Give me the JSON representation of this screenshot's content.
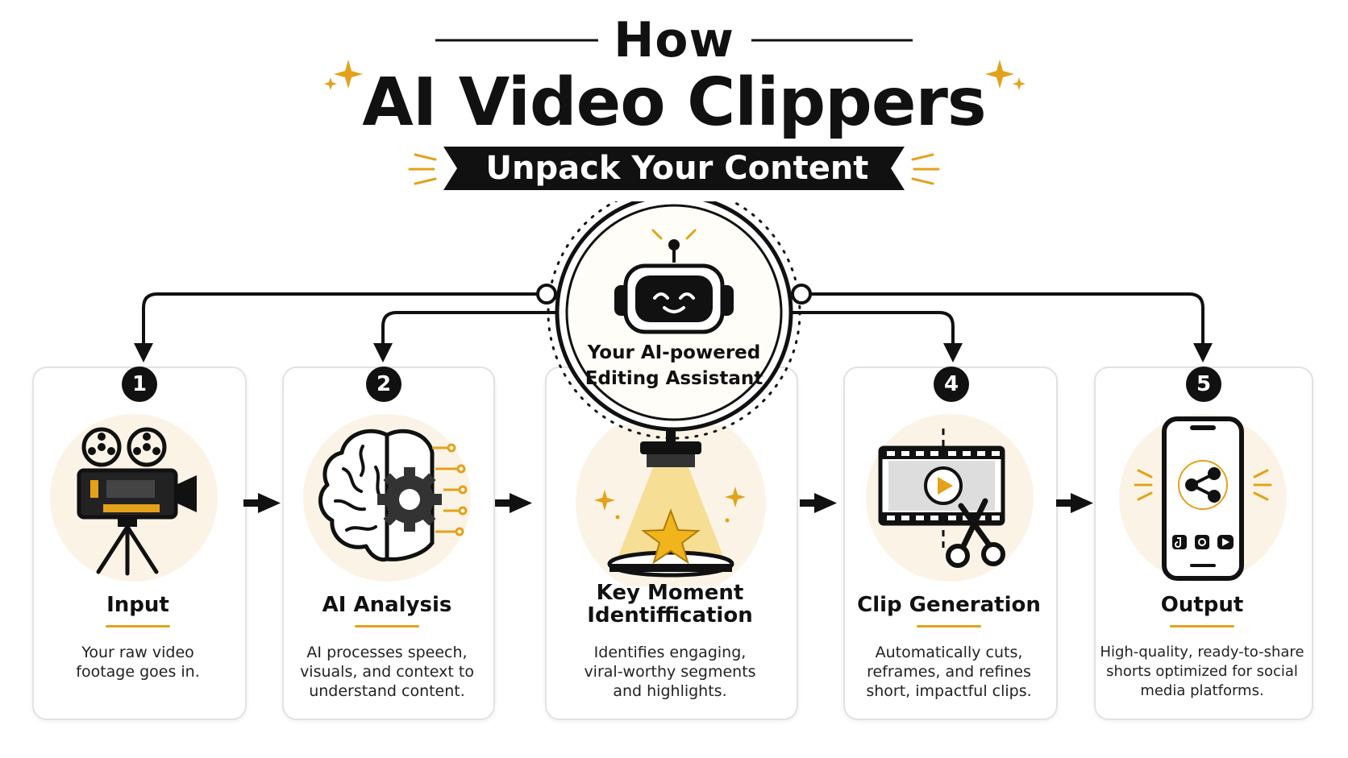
{
  "header": {
    "how": "How",
    "title": "AI Video Clippers",
    "subtitle": "Unpack Your Content"
  },
  "assistant": {
    "caption_line1": "Your AI-powered",
    "caption_line2": "Editing Assistant",
    "icon": "robot-icon"
  },
  "steps": [
    {
      "number": "1",
      "title": "Input",
      "desc_lines": [
        "Your raw video",
        "footage goes in."
      ],
      "icon": "movie-camera-icon"
    },
    {
      "number": "2",
      "title": "AI Analysis",
      "desc_lines": [
        "AI processes speech,",
        "visuals, and context to",
        "understand content."
      ],
      "icon": "brain-gear-icon"
    },
    {
      "number": "",
      "title_lines": [
        "Key Moment",
        "Identiffication"
      ],
      "desc_lines": [
        "Identifies engaging,",
        "viral-worthy segments",
        "and highlights."
      ],
      "icon": "spotlight-star-icon"
    },
    {
      "number": "4",
      "title": "Clip Generation",
      "desc_lines": [
        "Automatically cuts,",
        "reframes, and refines",
        "short, impactful clips."
      ],
      "icon": "film-scissors-icon"
    },
    {
      "number": "5",
      "title": "Output",
      "desc_lines": [
        "High-quality, ready-to-share",
        "shorts optimized for social",
        "media platforms."
      ],
      "icon": "phone-share-icon"
    }
  ],
  "colors": {
    "accent": "#e3a21a",
    "ink": "#111111",
    "soft_circle": "#fbf4e6",
    "card_border": "#e2e2e2"
  }
}
